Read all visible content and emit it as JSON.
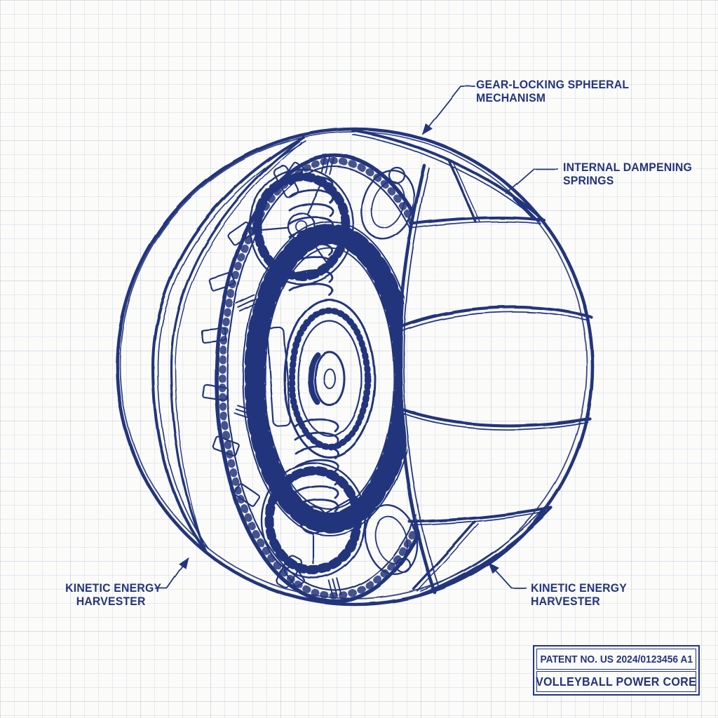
{
  "drawing": {
    "subject": "volleyball power core cutaway blueprint",
    "style": "hand-drawn patent blueprint on graph paper"
  },
  "colors": {
    "ink": "#24357b",
    "paper": "#fbfbfa",
    "grid_line": "#e3e6ec"
  },
  "annotations": {
    "gear_locking": {
      "line1": "GEAR-LOCKING SPHEERAL",
      "line2": "MECHANISM"
    },
    "dampening_springs": {
      "line1": "INTERNAL DAMPENING",
      "line2": "SPRINGS"
    },
    "kinetic_left": {
      "line1": "KINETIC ENERGY",
      "line2": "HARVESTER"
    },
    "kinetic_right": {
      "line1": "KINETIC ENERGY",
      "line2": "HARVESTER"
    }
  },
  "title_block": {
    "patent_no": "PATENT NO. US 2024/0123456 A1",
    "title": "VOLLEYBALL POWER CORE"
  }
}
